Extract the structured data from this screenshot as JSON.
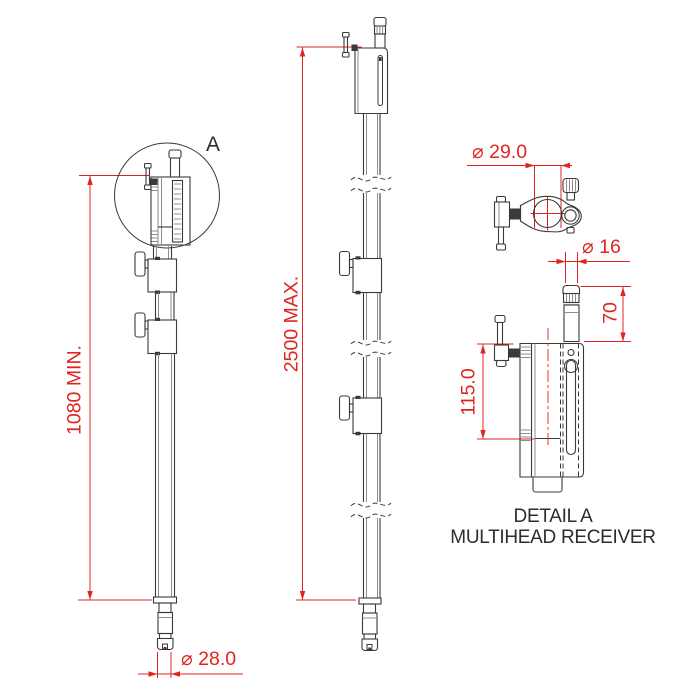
{
  "colors": {
    "bg": "#ffffff",
    "line": "#3a3a3a",
    "linesoft": "#8d8d8d",
    "dim": "#e02420",
    "text": "#2d2d2d"
  },
  "labels": {
    "detail_callout": "A",
    "detail_title": "DETAIL A",
    "detail_subtitle": "MULTIHEAD RECEIVER"
  },
  "dimensions": {
    "min_height": "1080 MIN.",
    "max_height": "2500 MAX.",
    "tube_diameter": "⌀ 28.0",
    "receiver_bore_diameter": "⌀ 29.0",
    "spigot_diameter": "⌀ 16",
    "spigot_height": "70",
    "receiver_depth": "115.0"
  }
}
